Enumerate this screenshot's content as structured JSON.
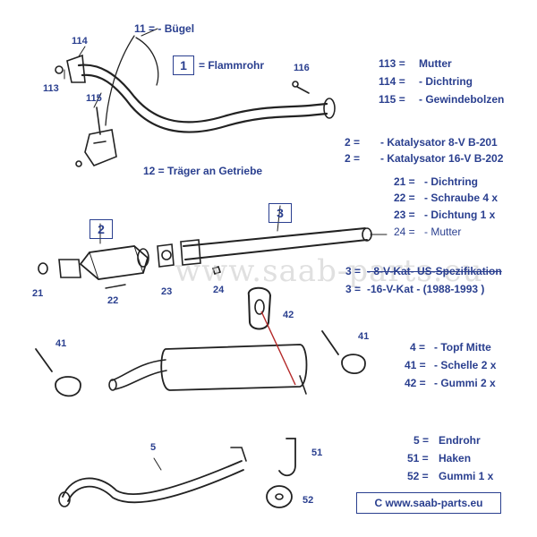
{
  "callouts": {
    "c114": "114",
    "c113": "113",
    "c115": "115",
    "c11": "11 = - Bügel",
    "c1": "1",
    "c1_label": "= Flammrohr",
    "c116": "116",
    "c12": "12 = Träger an Getriebe",
    "c2": "2",
    "c3": "3",
    "c21": "21",
    "c22": "22",
    "c23": "23",
    "c24": "24",
    "c42": "42",
    "c41_left": "41",
    "c41_right": "41",
    "c5": "5",
    "c51": "51",
    "c52": "52"
  },
  "legend": {
    "g1": [
      {
        "key": "113 =",
        "text": "Mutter"
      },
      {
        "key": "114 =",
        "text": "- Dichtring"
      },
      {
        "key": "115 =",
        "text": "- Gewindebolzen"
      }
    ],
    "g2": [
      {
        "key": "2    =",
        "text": "- Katalysator  8-V  B-201"
      },
      {
        "key": "2    =",
        "text": "- Katalysator 16-V  B-202"
      }
    ],
    "g3": [
      {
        "key": "21 =",
        "text": "- Dichtring"
      },
      {
        "key": "22 =",
        "text": "- Schraube   4 x"
      },
      {
        "key": "23 =",
        "text": "- Dichtung    1 x"
      },
      {
        "key": "24 =",
        "text": "- Mutter"
      }
    ],
    "g4": [
      {
        "key": "3 =",
        "text": "- 8-V-Kat- US-Spezifikation"
      },
      {
        "key": "3 =",
        "text": "-16-V-Kat - (1988-1993 )"
      }
    ],
    "g5": [
      {
        "key": "4 =",
        "text": "-  Topf Mitte"
      },
      {
        "key": "41 =",
        "text": "- Schelle  2 x"
      },
      {
        "key": "42 =",
        "text": "- Gummi  2 x"
      }
    ],
    "g6": [
      {
        "key": "5 =",
        "text": "Endrohr"
      },
      {
        "key": "51 =",
        "text": "Haken"
      },
      {
        "key": "52 =",
        "text": "Gummi  1 x"
      }
    ]
  },
  "watermark": "www.saab-parts.eu",
  "copyright": "C  www.saab-parts.eu",
  "colors": {
    "text": "#2a3f8f",
    "drawing": "#222222",
    "accent_red": "#b42828"
  }
}
